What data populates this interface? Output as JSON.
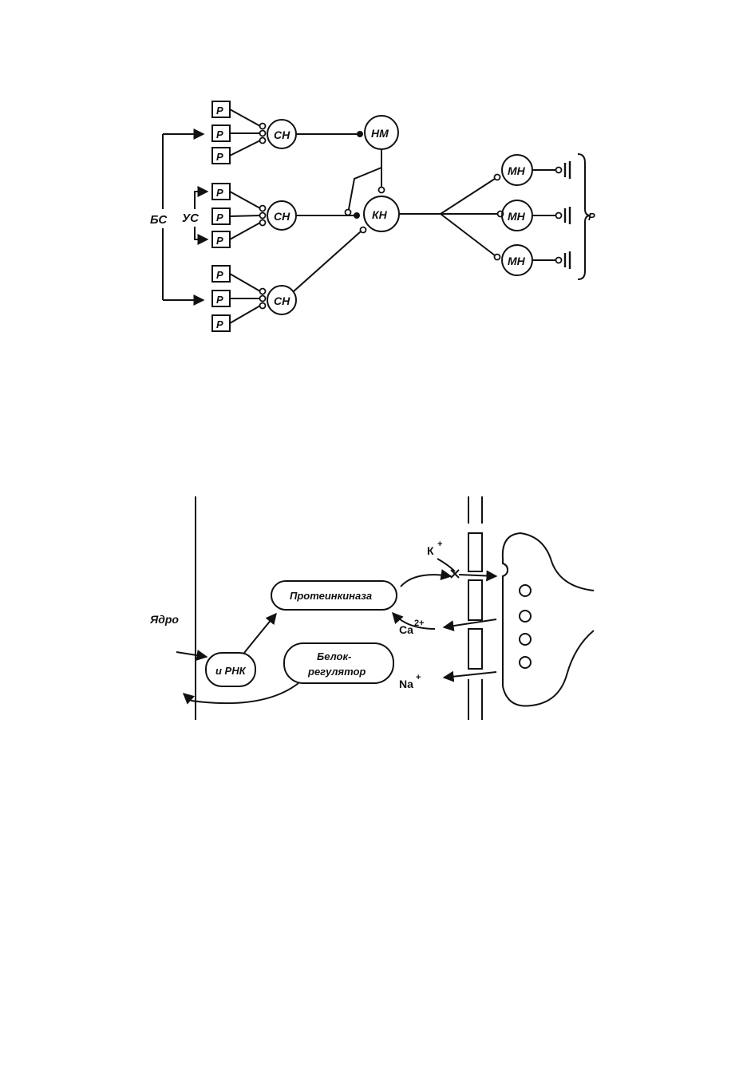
{
  "diagram1": {
    "receptor_label": "Р",
    "sensory_neuron_label": "СН",
    "intermediate_neuron_label": "НМ",
    "command_neuron_label": "КН",
    "motor_neuron_label": "МН",
    "reaction_label": "Р",
    "bs_label": "БС",
    "us_label": "УС"
  },
  "diagram2": {
    "nucleus_label": "Ядро",
    "protein_kinase_label": "Протеинкиназа",
    "mrna_label": "и РНК",
    "regulator_line1": "Белок-",
    "regulator_line2": "регулятор",
    "k_ion": "К",
    "ca_ion": "Ca",
    "na_ion": "Na",
    "k_charge": "+",
    "ca_charge": "2+",
    "na_charge": "+"
  }
}
